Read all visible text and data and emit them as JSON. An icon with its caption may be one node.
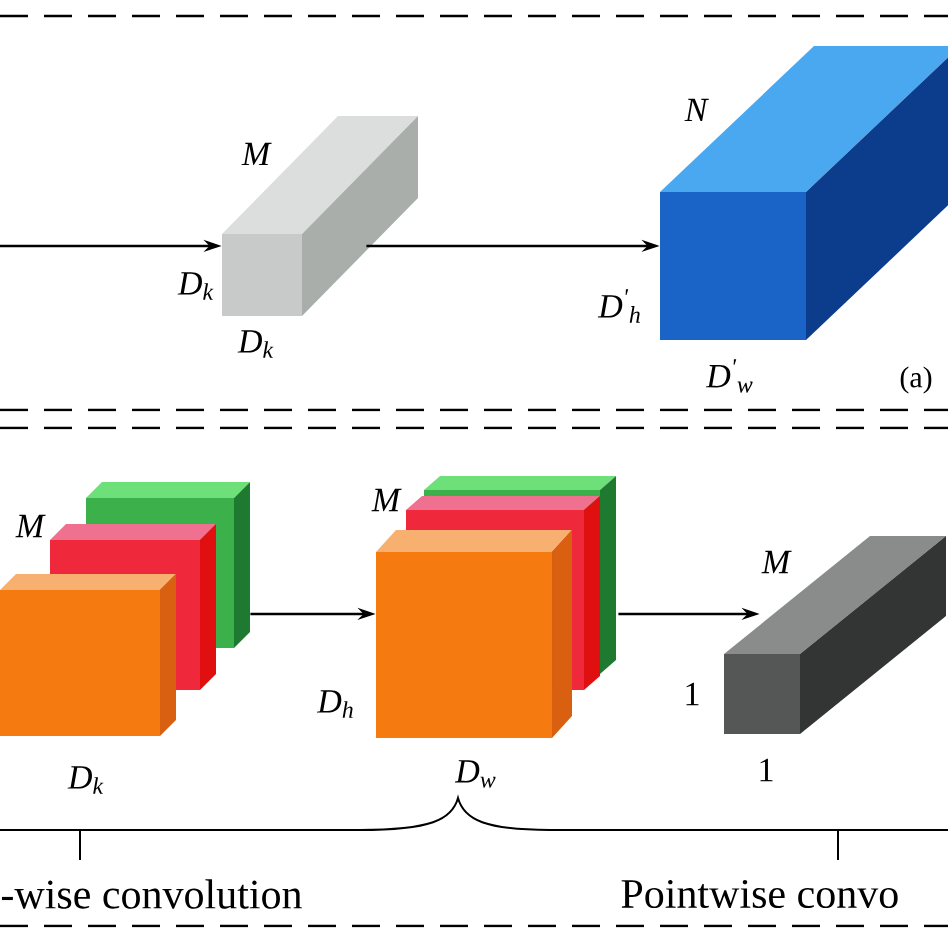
{
  "diagram": {
    "nodes": [
      {
        "text": [],
        "shape": "box",
        "beside": [
          "M",
          "D$_{k}$",
          "D$_{k}$"
        ]
      },
      {
        "text": [],
        "shape": "box",
        "beside": [
          "N",
          "D$^{'}$$_{h}$",
          "D$^{'}$$_{w}$"
        ]
      },
      {
        "text": [],
        "shape": "box",
        "beside": [
          "M",
          "D$_{k}$"
        ]
      },
      {
        "text": [],
        "shape": "box",
        "beside": [
          "M",
          "D$_{h}$",
          "D$_{w}$"
        ]
      },
      {
        "text": [],
        "shape": "box",
        "beside": [
          "M",
          "1",
          "1"
        ]
      }
    ],
    "edges": [
      {
        "from": null,
        "to": 0,
        "arrow": "to"
      },
      {
        "from": 0,
        "to": 1,
        "arrow": "to"
      },
      {
        "from": 2,
        "to": 3,
        "arrow": "to"
      },
      {
        "from": 3,
        "to": 4,
        "arrow": "to"
      }
    ],
    "labels": [
      "(a)",
      "-wise convolution",
      "Pointwise convo"
    ]
  }
}
